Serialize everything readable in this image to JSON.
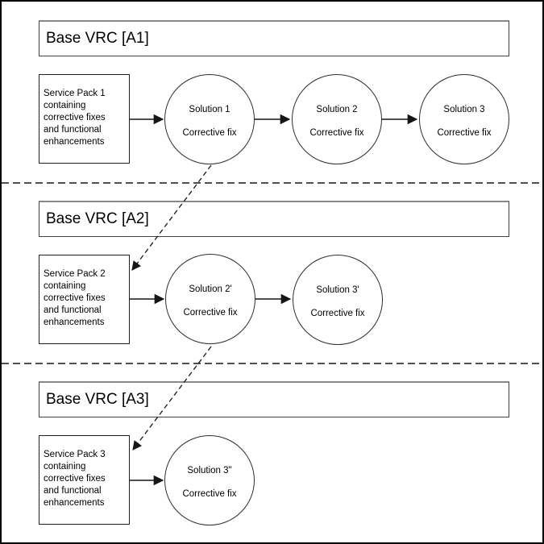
{
  "sections": [
    {
      "header_label": "Base VRC [A1]",
      "service_pack_text": "Service Pack 1\ncontaining\ncorrective fixes\nand functional\nenhancements",
      "solutions": [
        {
          "name": "Solution 1",
          "fix": "Corrective fix"
        },
        {
          "name": "Solution 2",
          "fix": "Corrective fix"
        },
        {
          "name": "Solution 3",
          "fix": "Corrective fix"
        }
      ]
    },
    {
      "header_label": "Base VRC [A2]",
      "service_pack_text": "Service Pack 2\ncontaining\ncorrective fixes\nand functional\nenhancements",
      "solutions": [
        {
          "name": "Solution 2'",
          "fix": "Corrective fix"
        },
        {
          "name": "Solution 3'",
          "fix": "Corrective fix"
        }
      ]
    },
    {
      "header_label": "Base VRC [A3]",
      "service_pack_text": "Service Pack 3\ncontaining\ncorrective fixes\nand functional\nenhancements",
      "solutions": [
        {
          "name": "Solution 3\"",
          "fix": "Corrective fix"
        }
      ]
    }
  ],
  "colors": {
    "line": "#161616",
    "box_border": "#3f3f3f",
    "header_top_edge": "#8a8a8a",
    "background": "#ffffff"
  }
}
